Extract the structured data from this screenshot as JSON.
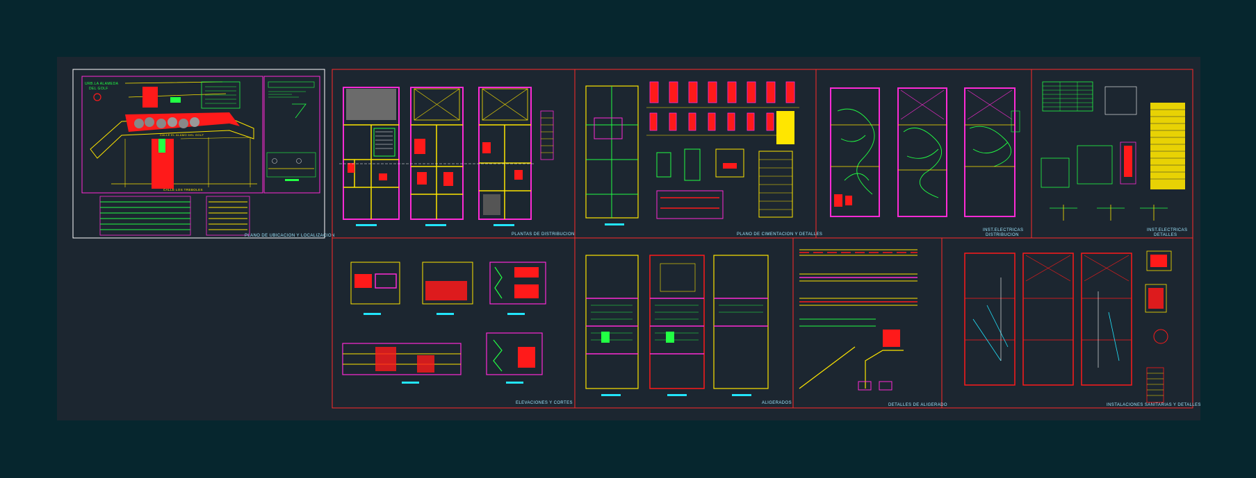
{
  "colors": {
    "page_bg": "#06262e",
    "sheet_bg": "#1c2630",
    "frame_red": "#ff2a2a",
    "frame_white": "#ffffff",
    "magenta": "#ff2bd6",
    "yellow": "#ffe600",
    "green": "#22ff44",
    "cyan": "#22e6ff",
    "red": "#ff1a1a",
    "label": "#9fe8ff"
  },
  "sheets": {
    "ubicacion": "PLANO DE UBICACION Y LOCALIZACION",
    "plantas": "PLANTAS DE DISTRIBUCION",
    "cimentacion": "PLANO DE CIMENTACION Y DETALLES",
    "inst_elec_dist_line1": "INST.ELECTRICAS",
    "inst_elec_dist_line2": "DISTRIBUCION",
    "inst_elec_det_line1": "INST.ELECTRICAS",
    "inst_elec_det_line2": "DETALLES",
    "elevaciones": "ELEVACIONES Y CORTES",
    "aligerados": "ALIGERADOS",
    "detalles_aligerado": "DETALLES DE ALIGERADO",
    "sanitarias": "INSTALACIONES SANITARIAS Y DETALLES"
  },
  "site_plan": {
    "urbanization_line1": "URB.LA ALAMEDA",
    "urbanization_line2": "DEL GOLF",
    "street_bottom": "CALLE LOS TREBOLES",
    "street_mid": "CALLE EL ALAMO DEL GOLF"
  }
}
